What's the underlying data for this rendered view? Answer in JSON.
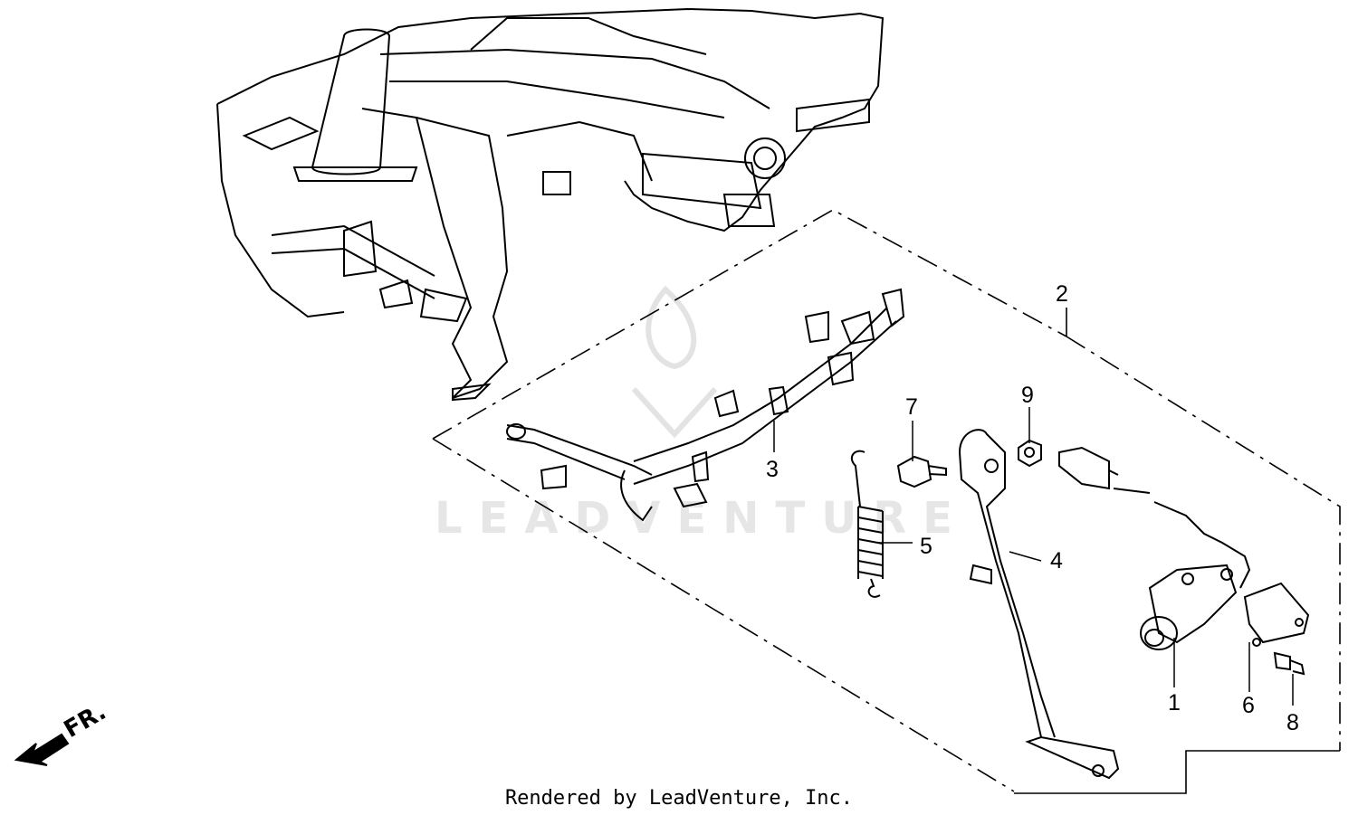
{
  "diagram": {
    "callouts": [
      "1",
      "2",
      "3",
      "4",
      "5",
      "6",
      "7",
      "8",
      "9"
    ],
    "direction_label": "FR.",
    "watermark": "LEADVENTURE",
    "footer": "Rendered by LeadVenture, Inc.",
    "line_color": "#000000"
  }
}
